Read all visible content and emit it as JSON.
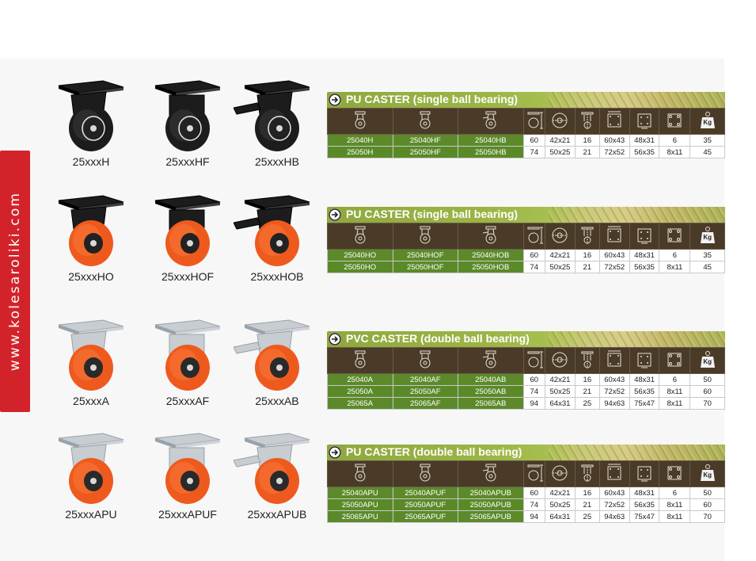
{
  "side_banner": {
    "text": "www.kolesaroliki.com",
    "color": "#d3232a"
  },
  "colors": {
    "accent_green": "#5a8a28",
    "header_brown": "#4a3a28",
    "title_green": "#9bb545",
    "wheel_black": "#1c1c1c",
    "wheel_orange": "#ee5a1e"
  },
  "spec_icons": [
    "swivel-wheel-icon",
    "fixed-wheel-icon",
    "brake-wheel-icon",
    "wheel-height-icon",
    "wheel-size-icon",
    "swivel-radius-icon",
    "plate-size-icon",
    "hole-spacing-icon",
    "bolt-hole-icon",
    "load-kg-icon"
  ],
  "load_icon_text": "Kg",
  "sections": [
    {
      "title": "PU CASTER (single ball bearing)",
      "wheel": "black",
      "labels": [
        "25xxxH",
        "25xxxHF",
        "25xxxHB"
      ],
      "rows": [
        [
          "25040H",
          "25040HF",
          "25040HB",
          "60",
          "42x21",
          "16",
          "60x43",
          "48x31",
          "6",
          "35"
        ],
        [
          "25050H",
          "25050HF",
          "25050HB",
          "74",
          "50x25",
          "21",
          "72x52",
          "56x35",
          "8x11",
          "45"
        ]
      ]
    },
    {
      "title": "PU CASTER (single ball bearing)",
      "wheel": "orange-black",
      "labels": [
        "25xxxHO",
        "25xxxHOF",
        "25xxxHOB"
      ],
      "rows": [
        [
          "25040HO",
          "25040HOF",
          "25040HOB",
          "60",
          "42x21",
          "16",
          "60x43",
          "48x31",
          "6",
          "35"
        ],
        [
          "25050HO",
          "25050HOF",
          "25050HOB",
          "74",
          "50x25",
          "21",
          "72x52",
          "56x35",
          "8x11",
          "45"
        ]
      ]
    },
    {
      "title": "PVC CASTER (double ball bearing)",
      "wheel": "orange-zinc",
      "labels": [
        "25xxxA",
        "25xxxAF",
        "25xxxAB"
      ],
      "rows": [
        [
          "25040A",
          "25040AF",
          "25040AB",
          "60",
          "42x21",
          "16",
          "60x43",
          "48x31",
          "6",
          "50"
        ],
        [
          "25050A",
          "25050AF",
          "25050AB",
          "74",
          "50x25",
          "21",
          "72x52",
          "56x35",
          "8x11",
          "60"
        ],
        [
          "25065A",
          "25065AF",
          "25065AB",
          "94",
          "64x31",
          "25",
          "94x63",
          "75x47",
          "8x11",
          "70"
        ]
      ]
    },
    {
      "title": "PU CASTER (double ball bearing)",
      "wheel": "orange-zinc",
      "labels": [
        "25xxxAPU",
        "25xxxAPUF",
        "25xxxAPUB"
      ],
      "rows": [
        [
          "25040APU",
          "25040APUF",
          "25040APUB",
          "60",
          "42x21",
          "16",
          "60x43",
          "48x31",
          "6",
          "50"
        ],
        [
          "25050APU",
          "25050APUF",
          "25050APUB",
          "74",
          "50x25",
          "21",
          "72x52",
          "56x35",
          "8x11",
          "60"
        ],
        [
          "25065APU",
          "25065APUF",
          "25065APUB",
          "94",
          "64x31",
          "25",
          "94x63",
          "75x47",
          "8x11",
          "70"
        ]
      ]
    }
  ]
}
